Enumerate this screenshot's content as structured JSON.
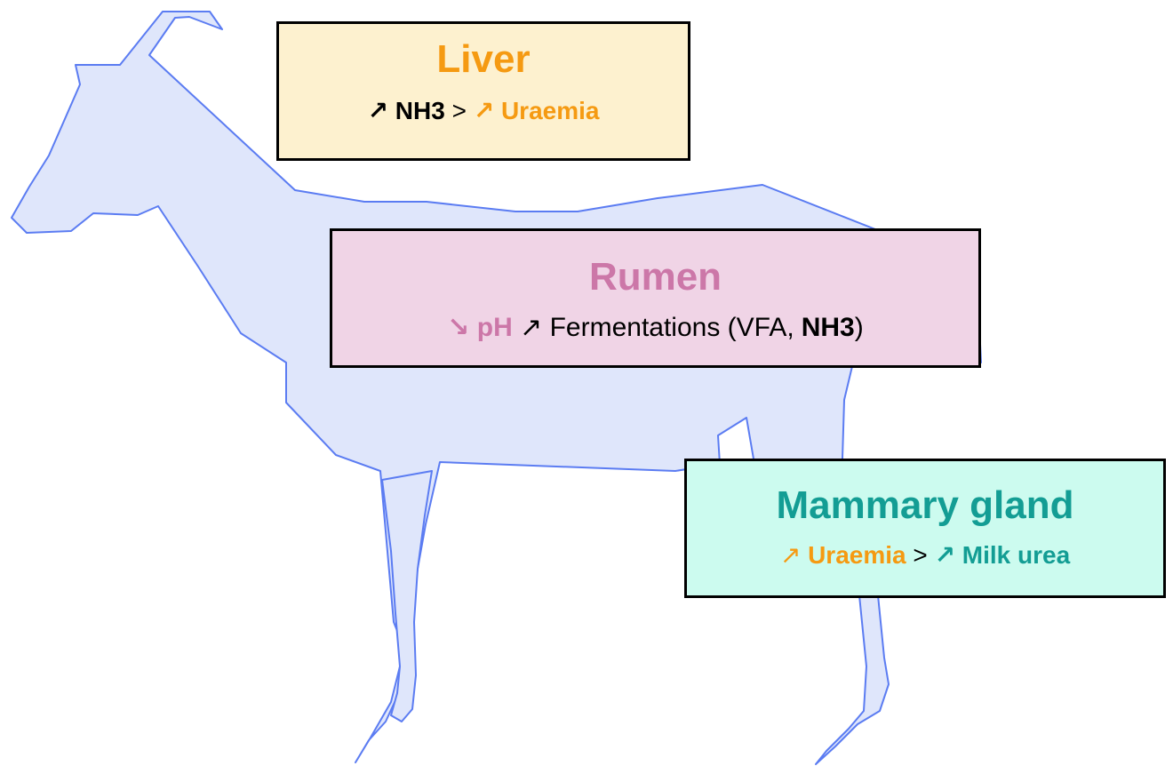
{
  "colors": {
    "goat_fill": "#dfe6fb",
    "goat_stroke": "#5b7cf2",
    "liver_bg": "#fdf1cf",
    "liver_accent": "#f59a12",
    "rumen_bg": "#f0d4e6",
    "rumen_accent": "#cc77a8",
    "mammary_bg": "#ccfbef",
    "mammary_accent": "#139d94",
    "text": "#000000"
  },
  "liver": {
    "title": "Liver",
    "arrow_up": "↗",
    "nh3": "NH3",
    "sep": ">",
    "arrow_up2": "↗",
    "uraemia": "Uraemia"
  },
  "rumen": {
    "title": "Rumen",
    "arrow_down": "↘",
    "ph": "pH",
    "arrow_up": "↗",
    "fermentations": "Fermentations (VFA,",
    "nh3": "NH3",
    "close": ")"
  },
  "mammary": {
    "title": "Mammary gland",
    "arrow_up": "↗",
    "uraemia": "Uraemia",
    "sep": ">",
    "arrow_up2": "↗",
    "milk_urea": "Milk urea"
  }
}
